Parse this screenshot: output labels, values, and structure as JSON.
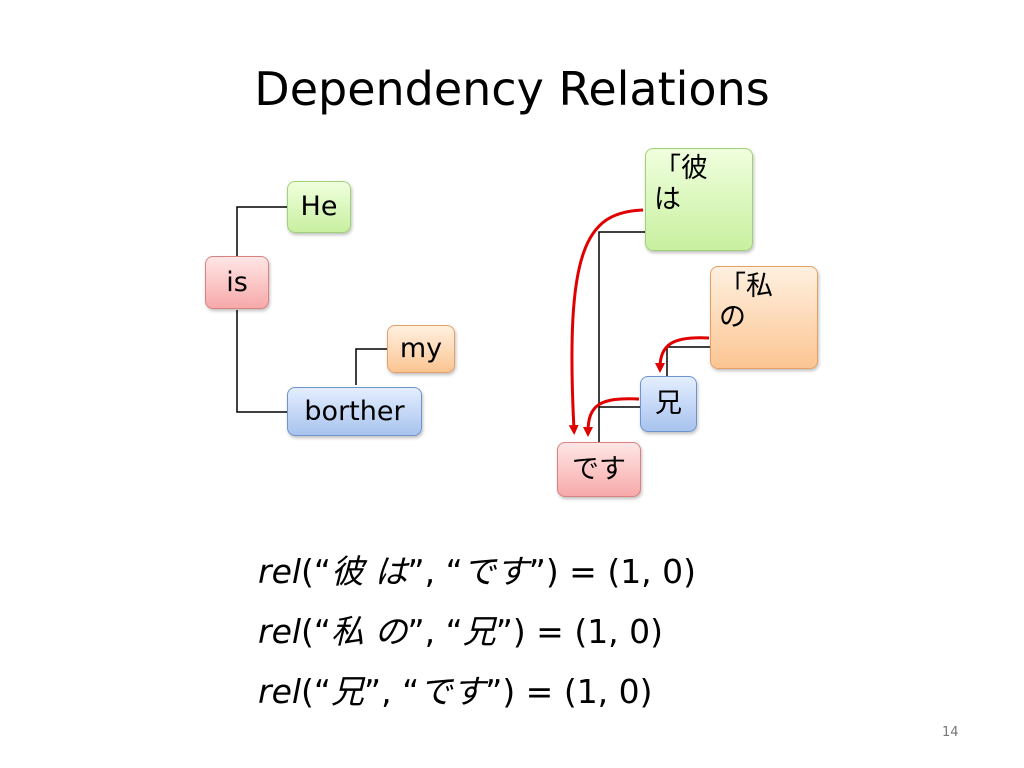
{
  "title": "Dependency Relations",
  "english_tree": {
    "nodes": {
      "he": "He",
      "is": "is",
      "my": "my",
      "brother": "borther"
    }
  },
  "japanese_tree": {
    "nodes": {
      "kare_wa": {
        "line1": "「彼",
        "line2": "は"
      },
      "watashi_no": {
        "line1": "「私",
        "line2": "の"
      },
      "ani": "兄",
      "desu": "です"
    }
  },
  "formulas": [
    {
      "fn": "rel",
      "open": "(“",
      "arg1": "彼 は",
      "mid": "”, “",
      "arg2": "です",
      "close_quote": "”",
      "result": ") = (1, 0)"
    },
    {
      "fn": "rel",
      "open": "(“",
      "arg1": "私 の",
      "mid": "”, “",
      "arg2": "兄",
      "close_quote": "”",
      "result": ") = (1, 0)"
    },
    {
      "fn": "rel",
      "open": "(“",
      "arg1": "兄",
      "mid": "”, “",
      "arg2": "です",
      "close_quote": "”",
      "result": ") = (1, 0)"
    }
  ],
  "colors": {
    "arrow": "#e00000",
    "node_green": "#c8f0a0",
    "node_red": "#f7a9a9",
    "node_orange": "#fbc592",
    "node_blue": "#a8c3ee"
  },
  "slide_number": "14"
}
